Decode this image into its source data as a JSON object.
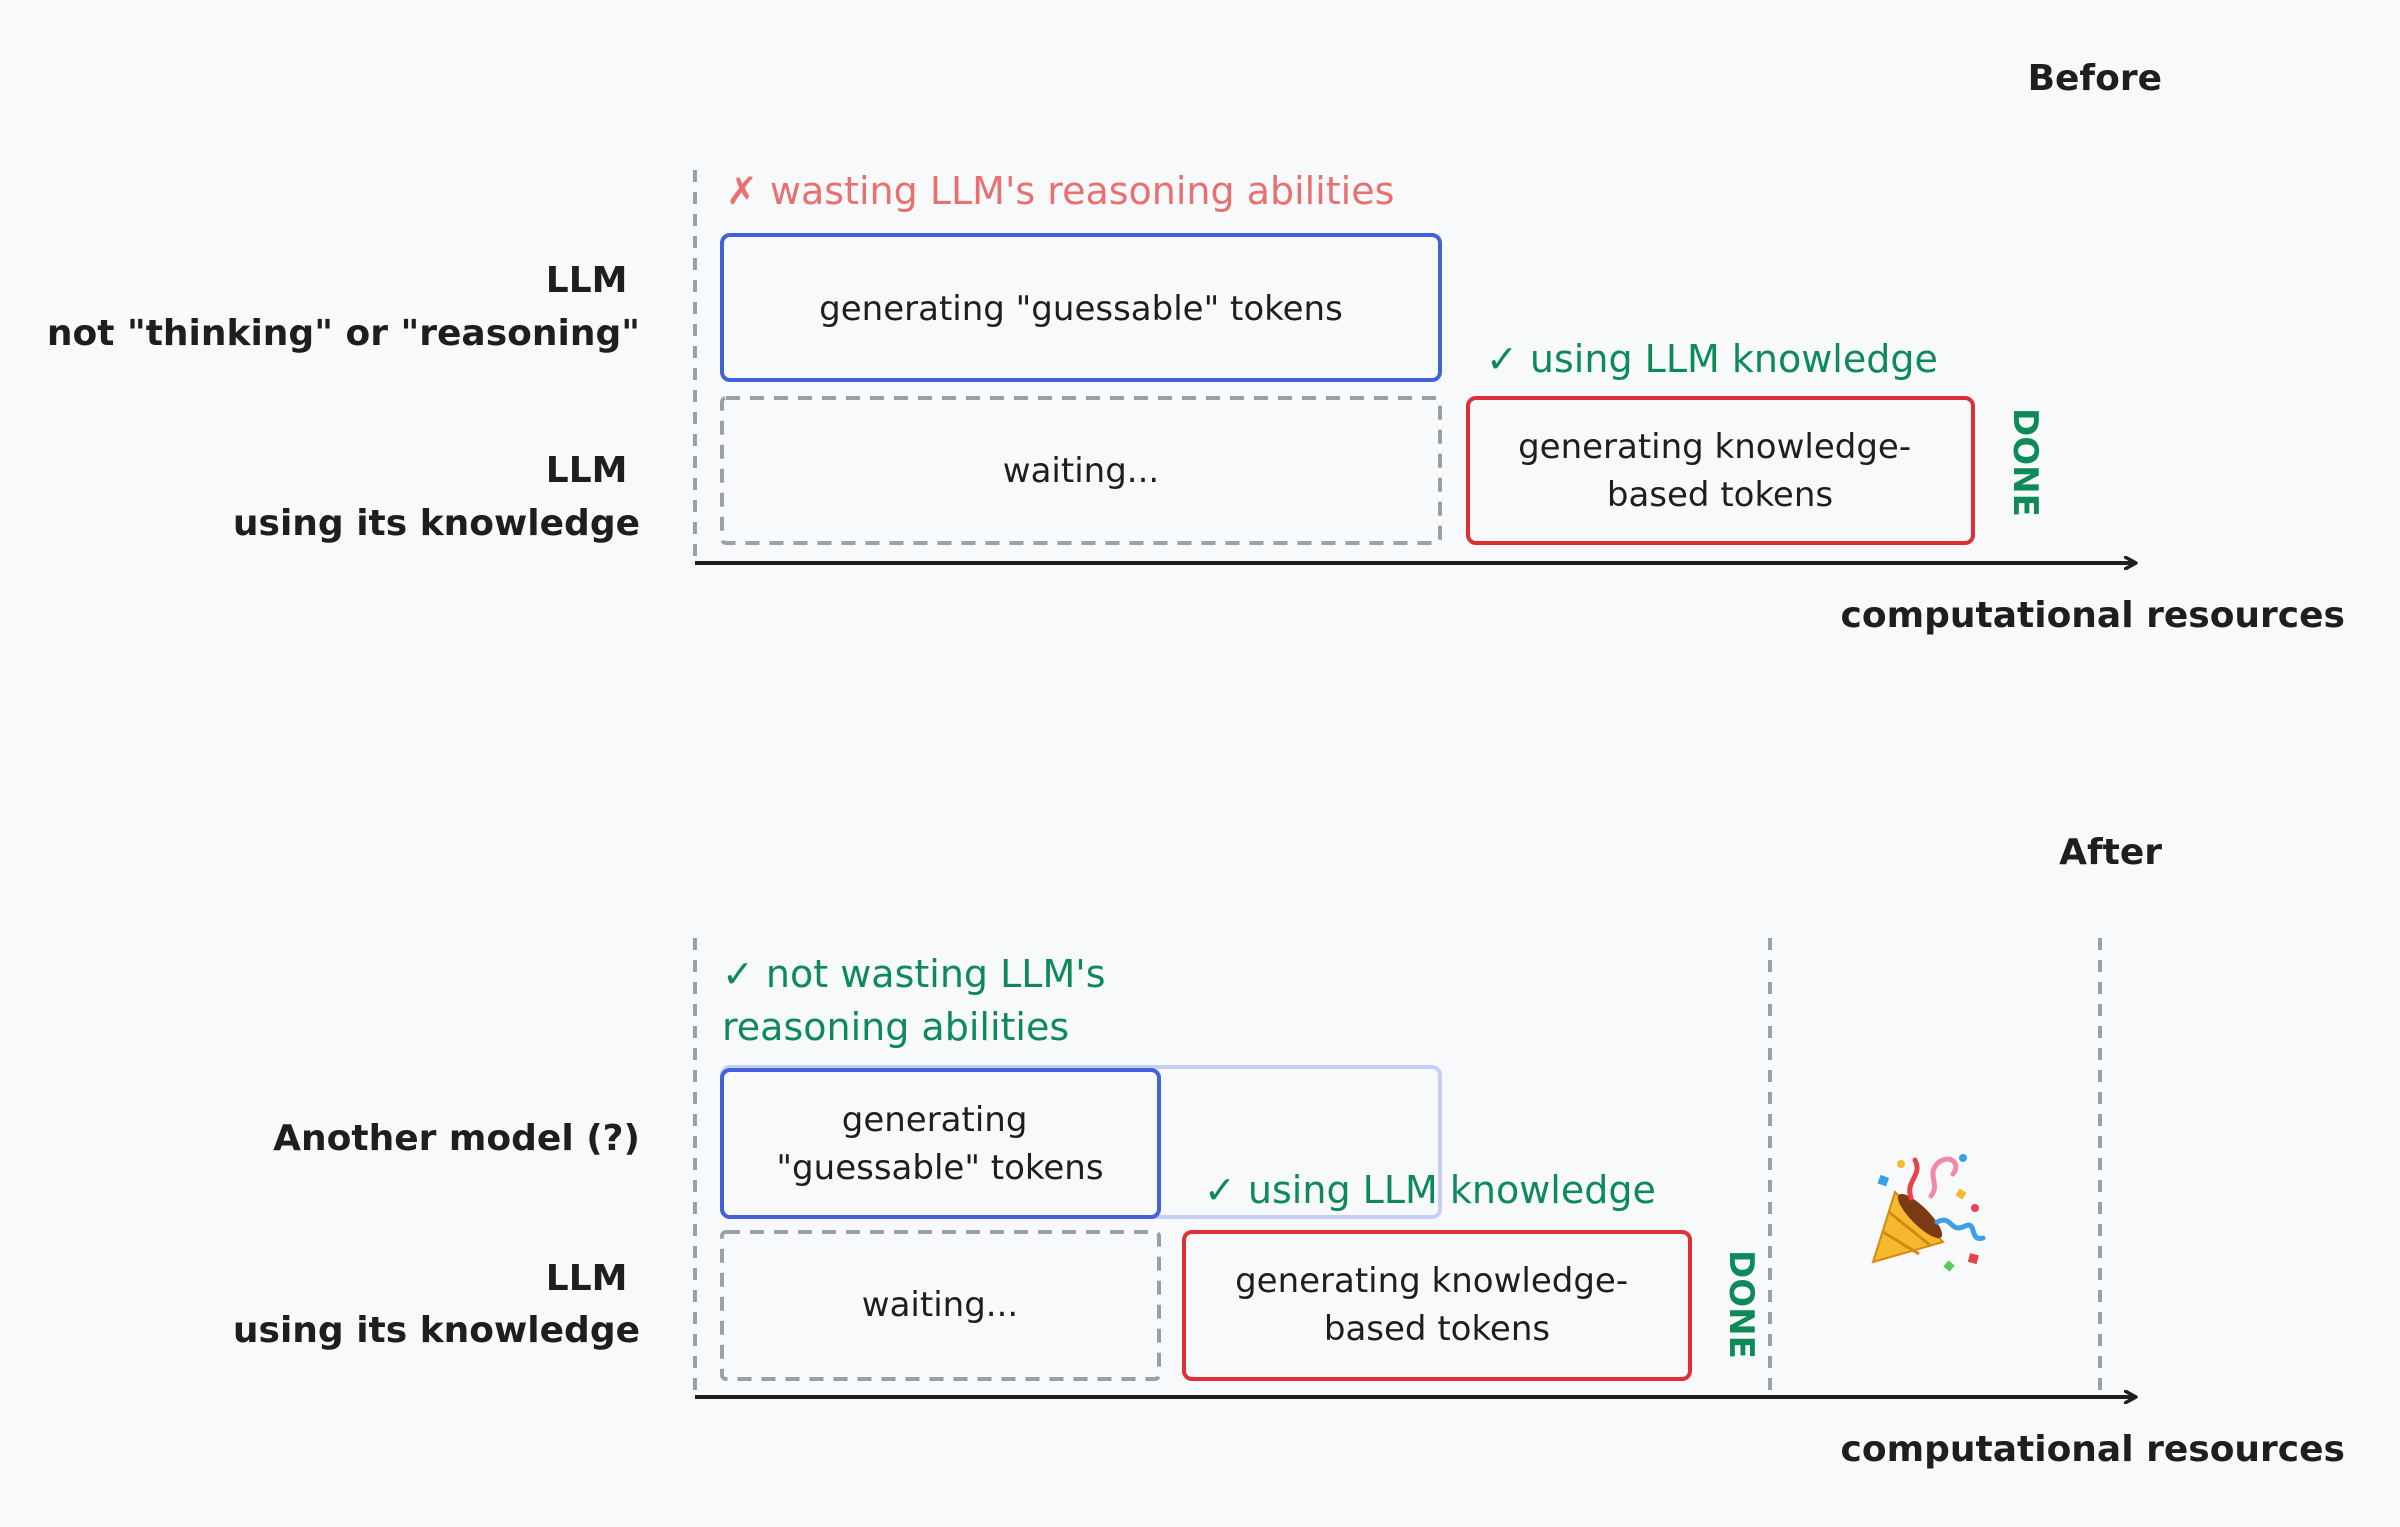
{
  "colors": {
    "background": "#f8f9fb",
    "blue": "#4361d8",
    "blue_faded": "#c5cff3",
    "red": "#dc3036",
    "green": "#0d8a57",
    "salmon": "#e87070",
    "gray_dashed": "#9aa0a8",
    "axis": "#1e1e1e"
  },
  "before": {
    "title": "Before",
    "row1_label": [
      "LLM",
      "not \"thinking\" or \"reasoning\""
    ],
    "row2_label": [
      "LLM",
      "using its knowledge"
    ],
    "waste_note": "✗ wasting LLM's reasoning abilities",
    "guess_box": [
      "generating \"guessable\" tokens"
    ],
    "wait_box": [
      "waiting..."
    ],
    "know_note": "✓ using LLM knowledge",
    "know_box": [
      "generating knowledge-",
      "based tokens"
    ],
    "done": "DONE",
    "axis_label": "computational resources"
  },
  "after": {
    "title": "After",
    "row1_label": [
      "Another model (?)"
    ],
    "row2_label": [
      "LLM",
      "using its knowledge"
    ],
    "saved_note": [
      "✓ not wasting LLM's",
      "reasoning abilities"
    ],
    "guess_box": [
      "generating",
      "\"guessable\" tokens"
    ],
    "wait_box": [
      "waiting..."
    ],
    "know_note": "✓ using LLM knowledge",
    "know_box": [
      "generating knowledge-",
      "based tokens"
    ],
    "done": "DONE",
    "party_icon": "🎉",
    "axis_label": "computational resources"
  }
}
